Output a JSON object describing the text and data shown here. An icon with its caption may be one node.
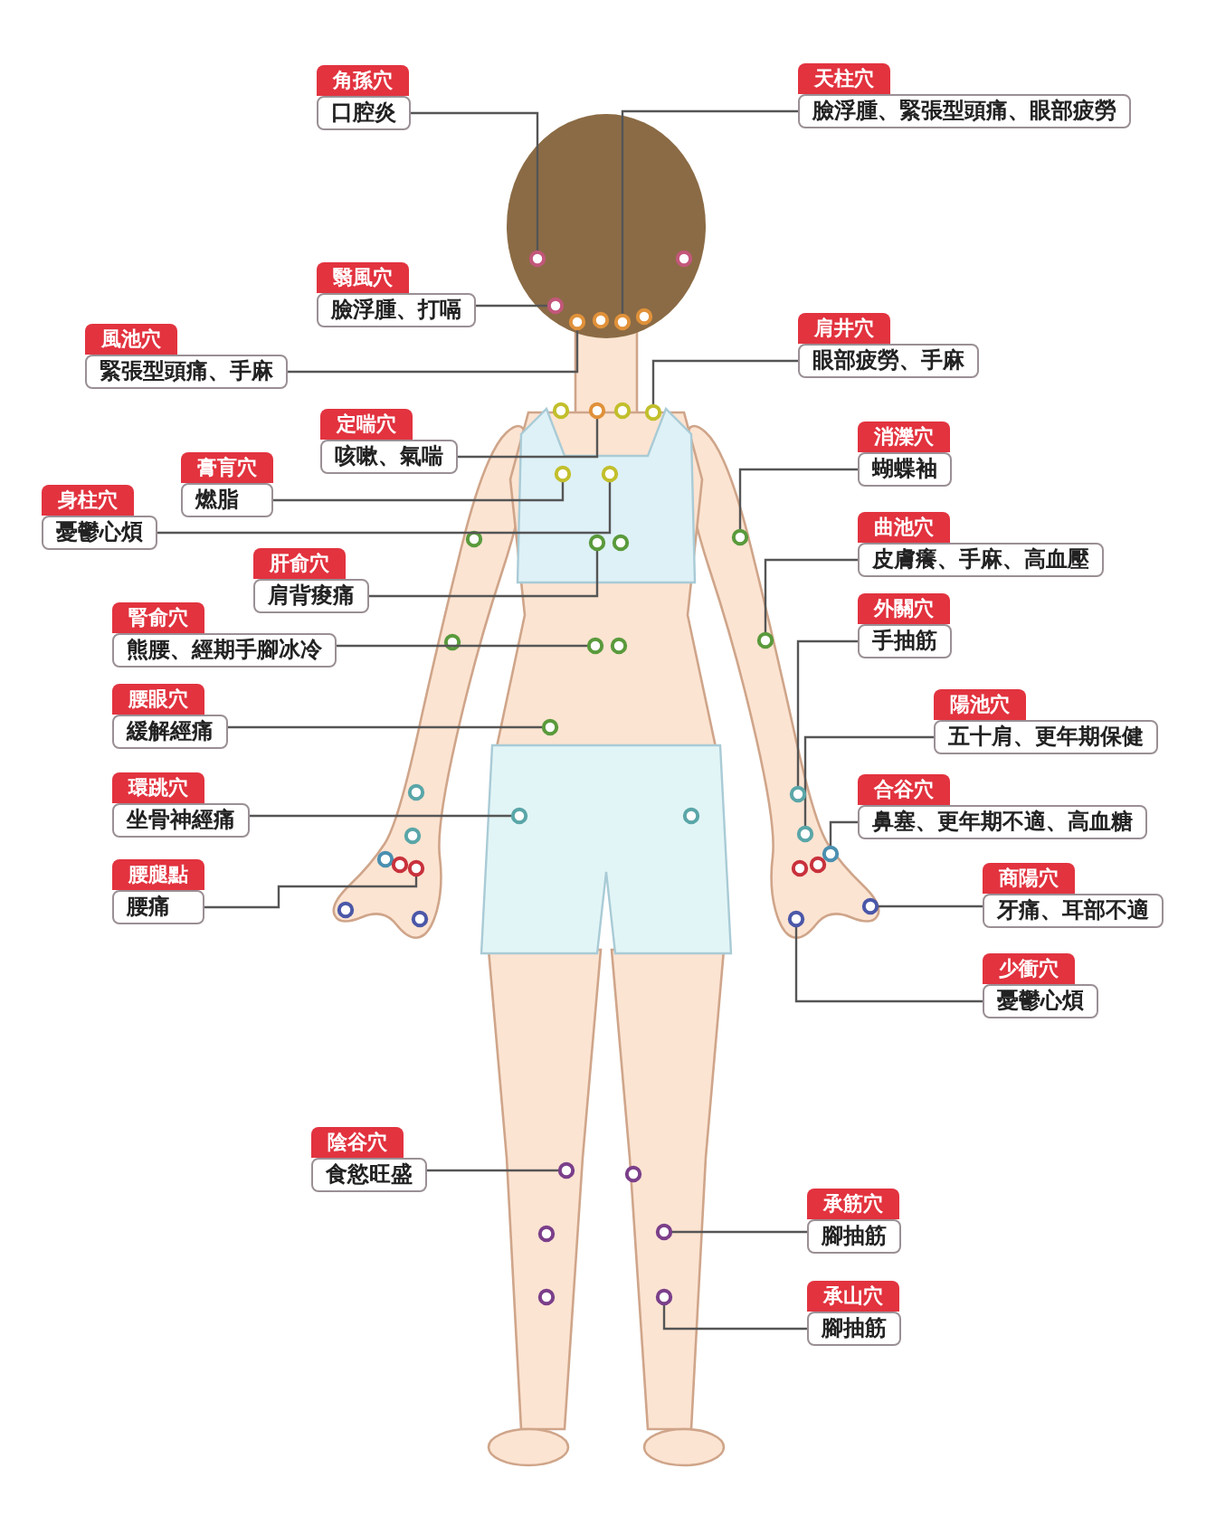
{
  "diagram": {
    "nodes": [
      {
        "text": [
          "角孫穴",
          "口腔炎"
        ]
      },
      {
        "text": [
          "天柱穴",
          "臉浮腫、緊張型頭痛、眼部疲勞"
        ]
      },
      {
        "text": [
          "翳風穴",
          "臉浮腫、打嗝"
        ]
      },
      {
        "text": [
          "肩井穴",
          "眼部疲勞、手麻"
        ]
      },
      {
        "text": [
          "風池穴",
          "緊張型頭痛、手麻"
        ]
      },
      {
        "text": [
          "定喘穴",
          "咳嗽、氣喘"
        ]
      },
      {
        "text": [
          "消濼穴",
          "蝴蝶袖"
        ]
      },
      {
        "text": [
          "膏肓穴",
          "燃脂"
        ]
      },
      {
        "text": [
          "身柱穴",
          "憂鬱心煩"
        ]
      },
      {
        "text": [
          "曲池穴",
          "皮膚癢、手麻、高血壓"
        ]
      },
      {
        "text": [
          "肝俞穴",
          "肩背痠痛"
        ]
      },
      {
        "text": [
          "外關穴",
          "手抽筋"
        ]
      },
      {
        "text": [
          "腎俞穴",
          "熊腰、經期手腳冰冷"
        ]
      },
      {
        "text": [
          "腰眼穴",
          "緩解經痛"
        ]
      },
      {
        "text": [
          "陽池穴",
          "五十肩、更年期保健"
        ]
      },
      {
        "text": [
          "環跳穴",
          "坐骨神經痛"
        ]
      },
      {
        "text": [
          "合谷穴",
          "鼻塞、更年期不適、高血糖"
        ]
      },
      {
        "text": [
          "腰腿點",
          "腰痛"
        ]
      },
      {
        "text": [
          "商陽穴",
          "牙痛、耳部不適"
        ]
      },
      {
        "text": [
          "少衝穴",
          "憂鬱心煩"
        ]
      },
      {
        "text": [
          "陰谷穴",
          "食慾旺盛"
        ]
      },
      {
        "text": [
          "承筋穴",
          "腳抽筋"
        ]
      },
      {
        "text": [
          "承山穴",
          "腳抽筋"
        ]
      },
      {
        "text": [],
        "shape": "circle"
      },
      {
        "text": [],
        "shape": "circle"
      },
      {
        "text": [],
        "shape": "circle"
      },
      {
        "text": [],
        "shape": "circle"
      },
      {
        "text": [],
        "shape": "circle"
      },
      {
        "text": [],
        "shape": "circle"
      },
      {
        "text": [],
        "shape": "circle"
      },
      {
        "text": [],
        "shape": "circle"
      },
      {
        "text": [],
        "shape": "circle"
      },
      {
        "text": [],
        "shape": "circle"
      },
      {
        "text": [],
        "shape": "circle"
      },
      {
        "text": [],
        "shape": "circle"
      },
      {
        "text": [],
        "shape": "circle"
      },
      {
        "text": [],
        "shape": "circle"
      },
      {
        "text": [],
        "shape": "circle"
      },
      {
        "text": [],
        "shape": "circle"
      },
      {
        "text": [],
        "shape": "circle"
      },
      {
        "text": [],
        "shape": "circle"
      },
      {
        "text": [],
        "shape": "circle"
      },
      {
        "text": [],
        "shape": "circle"
      },
      {
        "text": [],
        "shape": "circle"
      },
      {
        "text": [],
        "shape": "circle"
      },
      {
        "text": [],
        "shape": "circle"
      }
    ],
    "edges": [
      {
        "from": 0,
        "to": 23,
        "arrow": "none"
      },
      {
        "from": 1,
        "to": 24,
        "arrow": "none"
      },
      {
        "from": 2,
        "to": 25,
        "arrow": "none"
      },
      {
        "from": 3,
        "to": 26,
        "arrow": "none"
      },
      {
        "from": 4,
        "to": 27,
        "arrow": "none"
      },
      {
        "from": 5,
        "to": 28,
        "arrow": "none"
      },
      {
        "from": 6,
        "to": 29,
        "arrow": "none"
      },
      {
        "from": 7,
        "to": 30,
        "arrow": "none"
      },
      {
        "from": 8,
        "to": 31,
        "arrow": "none"
      },
      {
        "from": 9,
        "to": 32,
        "arrow": "none"
      },
      {
        "from": 10,
        "to": 33,
        "arrow": "none"
      },
      {
        "from": 11,
        "to": 34,
        "arrow": "none"
      },
      {
        "from": 12,
        "to": 35,
        "arrow": "none"
      },
      {
        "from": 13,
        "to": 36,
        "arrow": "none"
      },
      {
        "from": 14,
        "to": 37,
        "arrow": "none"
      },
      {
        "from": 15,
        "to": 38,
        "arrow": "none"
      },
      {
        "from": 16,
        "to": 39,
        "arrow": "none"
      },
      {
        "from": 17,
        "to": 40,
        "arrow": "none"
      },
      {
        "from": 18,
        "to": 41,
        "arrow": "none"
      },
      {
        "from": 19,
        "to": 42,
        "arrow": "none"
      },
      {
        "from": 20,
        "to": 43,
        "arrow": "none"
      },
      {
        "from": 21,
        "to": 44,
        "arrow": "none"
      },
      {
        "from": 22,
        "to": 45,
        "arrow": "none"
      }
    ]
  }
}
